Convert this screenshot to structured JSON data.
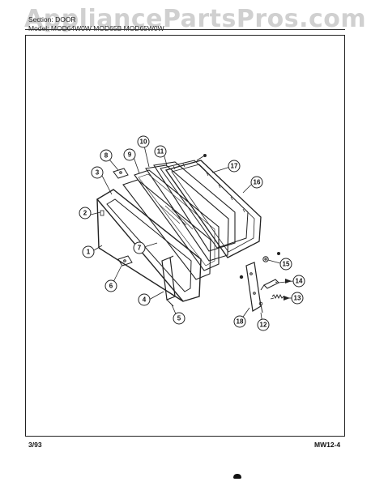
{
  "header": {
    "watermark": "AppliancePartsPros.com",
    "section_line": "Section: DOOR",
    "model_line": "Model: MOD64W0W   MOD65B   MOD65W0W"
  },
  "footer": {
    "date": "3/93",
    "page_code": "MW12-4"
  },
  "callouts": [
    {
      "id": "c1",
      "label": "1"
    },
    {
      "id": "c2",
      "label": "2"
    },
    {
      "id": "c3",
      "label": "3"
    },
    {
      "id": "c4",
      "label": "4"
    },
    {
      "id": "c5",
      "label": "5"
    },
    {
      "id": "c6",
      "label": "6"
    },
    {
      "id": "c7",
      "label": "7"
    },
    {
      "id": "c8",
      "label": "8"
    },
    {
      "id": "c9",
      "label": "9"
    },
    {
      "id": "c10",
      "label": "10"
    },
    {
      "id": "c11",
      "label": "11"
    },
    {
      "id": "c12",
      "label": "12"
    },
    {
      "id": "c13",
      "label": "13"
    },
    {
      "id": "c14",
      "label": "14"
    },
    {
      "id": "c15",
      "label": "15"
    },
    {
      "id": "c16",
      "label": "16"
    },
    {
      "id": "c17",
      "label": "17"
    },
    {
      "id": "c18",
      "label": "18"
    }
  ]
}
